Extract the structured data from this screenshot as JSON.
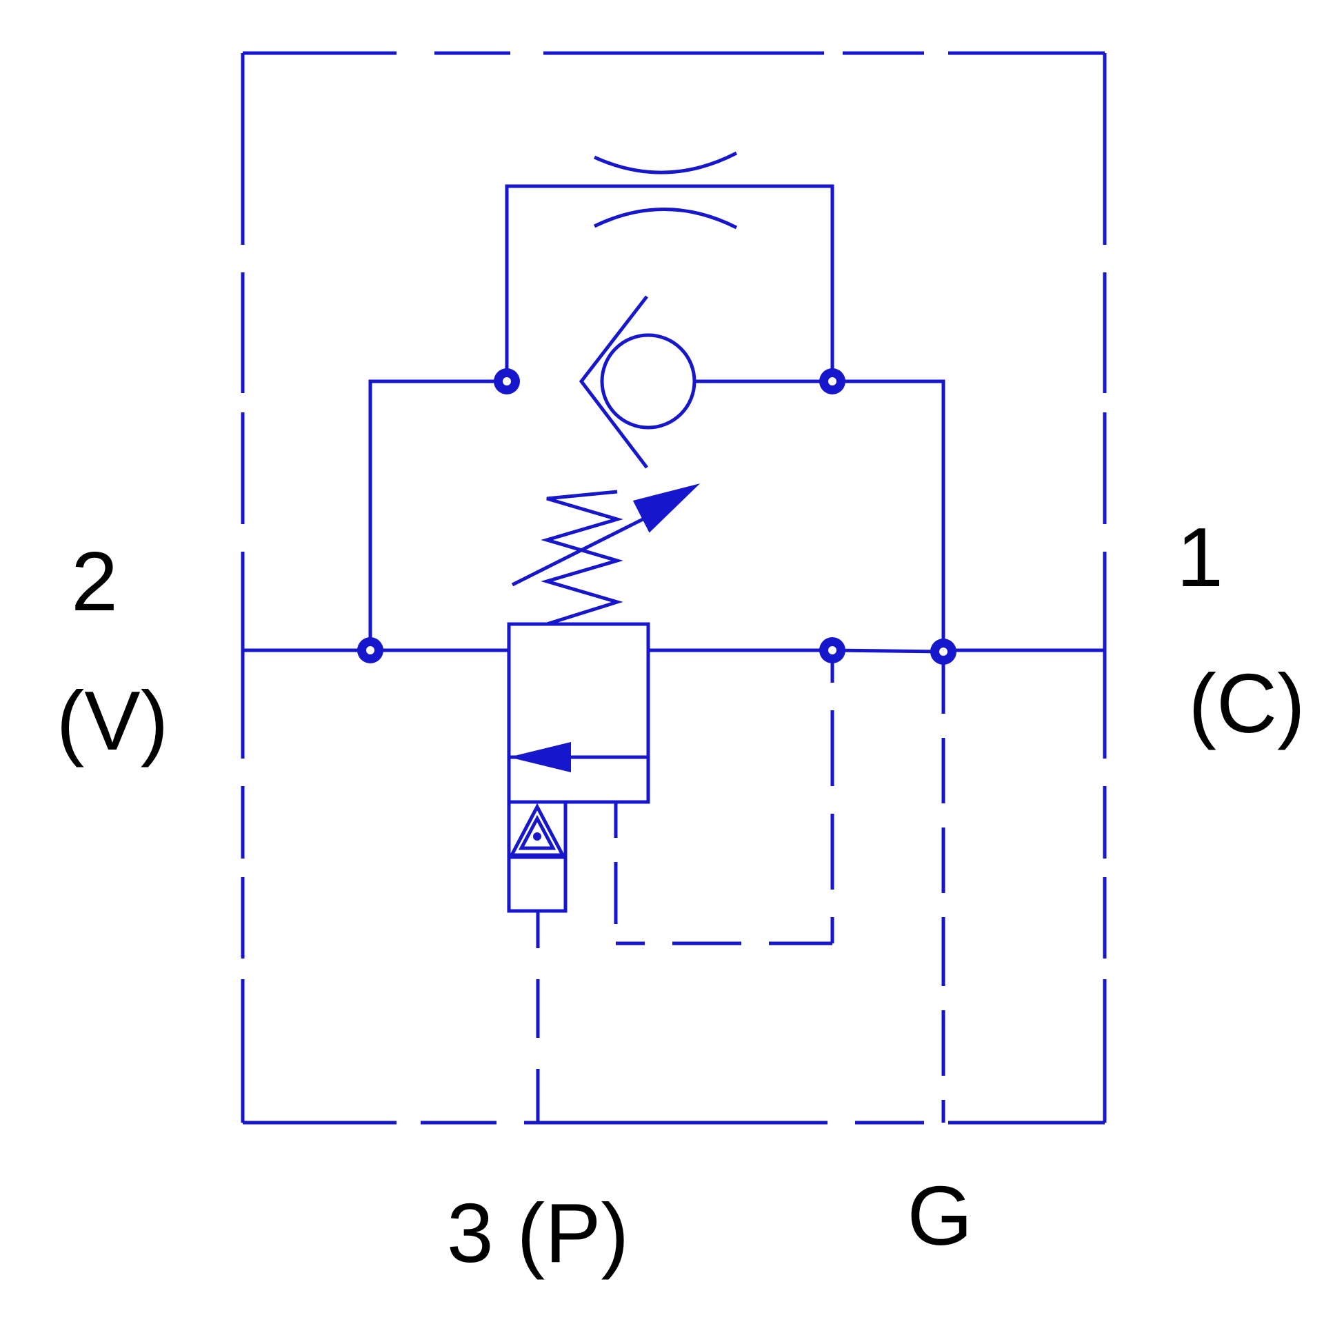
{
  "diagram": {
    "line_color": "#1616cc",
    "text_color": "#000000",
    "ports": {
      "port_2": {
        "number": "2",
        "name": "(V)"
      },
      "port_1": {
        "number": "1",
        "name": "(C)"
      },
      "port_3": {
        "label": "3 (P)"
      },
      "port_g": {
        "label": "G"
      }
    }
  }
}
